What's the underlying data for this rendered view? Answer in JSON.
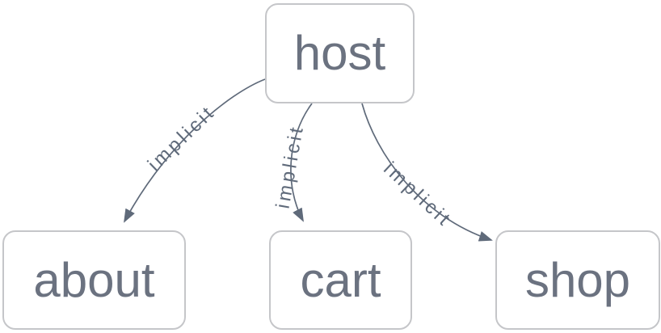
{
  "diagram": {
    "nodes": [
      {
        "id": "host",
        "label": "host"
      },
      {
        "id": "about",
        "label": "about"
      },
      {
        "id": "cart",
        "label": "cart"
      },
      {
        "id": "shop",
        "label": "shop"
      }
    ],
    "edges": [
      {
        "from": "host",
        "to": "about",
        "label": "implicit"
      },
      {
        "from": "host",
        "to": "cart",
        "label": "implicit"
      },
      {
        "from": "host",
        "to": "shop",
        "label": "implicit"
      }
    ],
    "colors": {
      "background": "#ffffff",
      "node_fill": "#ffffff",
      "node_border": "#c5c6c9",
      "node_text": "#6b7280",
      "edge": "#5f6a7a"
    }
  }
}
